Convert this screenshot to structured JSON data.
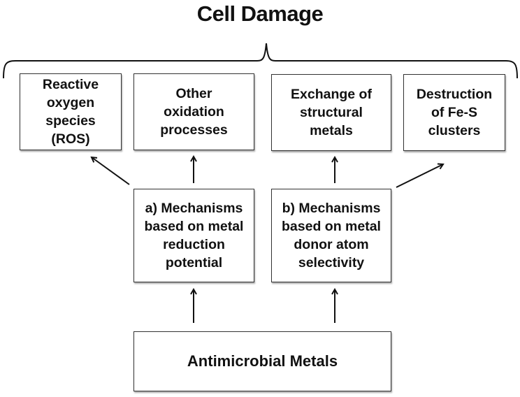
{
  "title": "Cell Damage",
  "effects": [
    {
      "id": "ros",
      "label": "Reactive\noxygen\nspecies\n(ROS)"
    },
    {
      "id": "other-oxidation",
      "label": "Other\noxidation\nprocesses"
    },
    {
      "id": "exchange",
      "label": "Exchange of\nstructural\nmetals"
    },
    {
      "id": "fes",
      "label": "Destruction\nof Fe-S\nclusters"
    }
  ],
  "mechanisms": [
    {
      "id": "a",
      "label": "a) Mechanisms\nbased on metal\nreduction\npotential"
    },
    {
      "id": "b",
      "label": "b) Mechanisms\nbased on metal\ndonor atom\nselectivity"
    }
  ],
  "source": {
    "label": "Antimicrobial Metals"
  },
  "edges": [
    {
      "from": "source",
      "to": "a"
    },
    {
      "from": "source",
      "to": "b"
    },
    {
      "from": "a",
      "to": "ros"
    },
    {
      "from": "a",
      "to": "other-oxidation"
    },
    {
      "from": "b",
      "to": "exchange"
    },
    {
      "from": "b",
      "to": "fes"
    }
  ],
  "colors": {
    "stroke": "#111111",
    "background": "#ffffff"
  }
}
